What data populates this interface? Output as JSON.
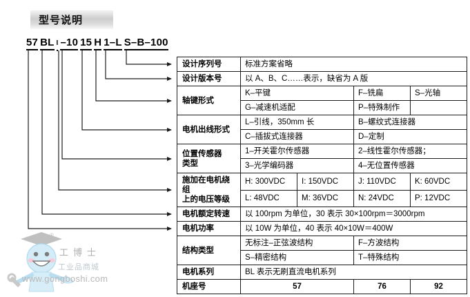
{
  "header": {
    "title": "型号说明"
  },
  "model_code": {
    "segments": [
      {
        "text": "57",
        "small": false
      },
      {
        "text": "BL",
        "small": false
      },
      {
        "text": "I",
        "small": true
      },
      {
        "text": "–10",
        "small": false
      },
      {
        "text": "15",
        "small": false
      },
      {
        "text": "H",
        "small": false
      },
      {
        "text": "1–L",
        "small": false
      },
      {
        "text": "S–B–100",
        "small": false
      }
    ],
    "full": "57 BL I –10 15 H 1–L S–B–100"
  },
  "table": {
    "rows": [
      {
        "label": [
          "设计序列号"
        ],
        "cells": [
          {
            "text": "标准方案省略",
            "span": 4
          }
        ]
      },
      {
        "label": [
          "设计版本号"
        ],
        "cells": [
          {
            "text": "以 A、B、C……表示，缺省为 A 版",
            "span": 4
          }
        ]
      },
      {
        "label": [
          "轴键形式"
        ],
        "rowspan": 2,
        "cells": [
          {
            "text": "K–平键",
            "span": 2
          },
          {
            "text": "F–铣扁",
            "span": 1
          },
          {
            "text": "S–光轴",
            "span": 1
          }
        ],
        "cells2": [
          {
            "text": "G–减速机适配",
            "span": 2
          },
          {
            "text": "P–特殊制作",
            "span": 1
          },
          {
            "text": "",
            "span": 1
          }
        ]
      },
      {
        "label": [
          "电机出线形式"
        ],
        "rowspan": 2,
        "cells": [
          {
            "text": "L–引线，350mm 长",
            "span": 2
          },
          {
            "text": "B–螺纹式连接器",
            "span": 2
          }
        ],
        "cells2": [
          {
            "text": "C–插拔式连接器",
            "span": 2
          },
          {
            "text": "D–定制",
            "span": 2
          }
        ]
      },
      {
        "label": [
          "位置传感器",
          "类型"
        ],
        "rowspan": 2,
        "cells": [
          {
            "text": "1–开关霍尔传感器",
            "span": 2
          },
          {
            "text": "2–线性霍尔传感器；",
            "span": 2
          }
        ],
        "cells2": [
          {
            "text": "3–光学编码器",
            "span": 2
          },
          {
            "text": "4–无位置传感器",
            "span": 2
          }
        ]
      },
      {
        "label": [
          "施加在电机绕组",
          "上的电压等级"
        ],
        "rowspan": 2,
        "cells": [
          {
            "text": "H: 300VDC",
            "span": 1
          },
          {
            "text": "I: 150VDC",
            "span": 1
          },
          {
            "text": "J: 110VDC",
            "span": 1
          },
          {
            "text": "K: 60VDC",
            "span": 1
          }
        ],
        "cells2": [
          {
            "text": "L: 48VDC",
            "span": 1
          },
          {
            "text": "M: 36VDC",
            "span": 1
          },
          {
            "text": "N: 24VDC",
            "span": 1
          },
          {
            "text": "P: 12VDC",
            "span": 1
          }
        ]
      },
      {
        "label": [
          "电机额定转速"
        ],
        "cells": [
          {
            "text": "以 100rpm 为单位，30 表示 30×100rpm＝3000rpm",
            "span": 4
          }
        ]
      },
      {
        "label": [
          "电机功率"
        ],
        "cells": [
          {
            "text": "以 10W 为单位，40 表示 40×10W＝400W",
            "span": 4
          }
        ]
      },
      {
        "label": [
          "结构类型"
        ],
        "rowspan": 2,
        "cells": [
          {
            "text": "无标注–正弦波结构",
            "span": 2
          },
          {
            "text": "F–方波结构",
            "span": 2
          }
        ],
        "cells2": [
          {
            "text": "S–精密结构",
            "span": 2
          },
          {
            "text": "T–特殊结构",
            "span": 2
          }
        ]
      },
      {
        "label": [
          "电机系列"
        ],
        "cells": [
          {
            "text": "BL 表示无刷直流电机系列",
            "span": 4
          }
        ]
      },
      {
        "label": [
          "机座号"
        ],
        "center": true,
        "cells": [
          {
            "text": "57",
            "span": 2
          },
          {
            "text": "76",
            "span": 1
          },
          {
            "text": "92",
            "span": 1
          }
        ]
      }
    ]
  },
  "watermark": {
    "brand": "工博士",
    "sub": "工业品商城",
    "url": "www.gongboshi.com",
    "registered": "®"
  },
  "colors": {
    "line": "#1b1b1b",
    "banner_gray": "#cccccc",
    "watermark_text": "#8d8d8d",
    "mascot_blue": "#a8d8ef"
  }
}
